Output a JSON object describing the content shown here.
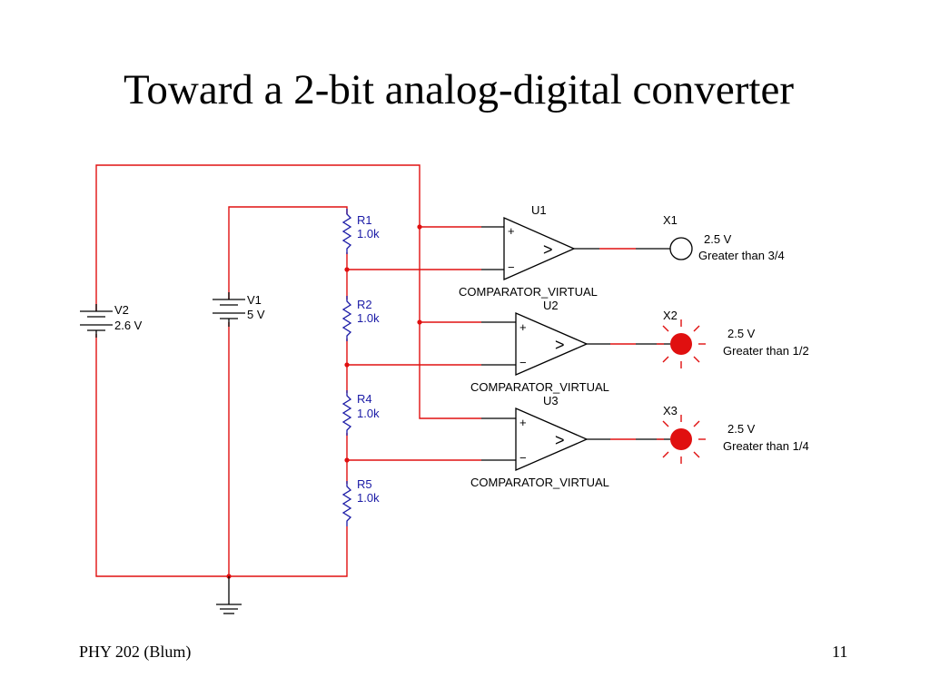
{
  "slide": {
    "title": "Toward a 2-bit analog-digital converter",
    "footer_left": "PHY 202 (Blum)",
    "page_number": "11"
  },
  "colors": {
    "wire": "#e01010",
    "resistor": "#1a1aa6",
    "led_on": "#e01010"
  },
  "sources": {
    "v2": {
      "name": "V2",
      "value": "2.6 V"
    },
    "v1": {
      "name": "V1",
      "value": "5 V"
    }
  },
  "resistors": [
    {
      "name": "R1",
      "value": "1.0k"
    },
    {
      "name": "R2",
      "value": "1.0k"
    },
    {
      "name": "R4",
      "value": "1.0k"
    },
    {
      "name": "R5",
      "value": "1.0k"
    }
  ],
  "comparators": [
    {
      "name": "U1",
      "model": "COMPARATOR_VIRTUAL",
      "plus": "+",
      "minus": "−",
      "symbol": ">"
    },
    {
      "name": "U2",
      "model": "COMPARATOR_VIRTUAL",
      "plus": "+",
      "minus": "−",
      "symbol": ">"
    },
    {
      "name": "U3",
      "model": "COMPARATOR_VIRTUAL",
      "plus": "+",
      "minus": "−",
      "symbol": ">"
    }
  ],
  "indicators": [
    {
      "name": "X1",
      "voltage": "2.5 V",
      "label": "Greater than 3/4",
      "lit": false
    },
    {
      "name": "X2",
      "voltage": "2.5 V",
      "label": "Greater than 1/2",
      "lit": true
    },
    {
      "name": "X3",
      "voltage": "2.5 V",
      "label": "Greater than 1/4",
      "lit": true
    }
  ]
}
